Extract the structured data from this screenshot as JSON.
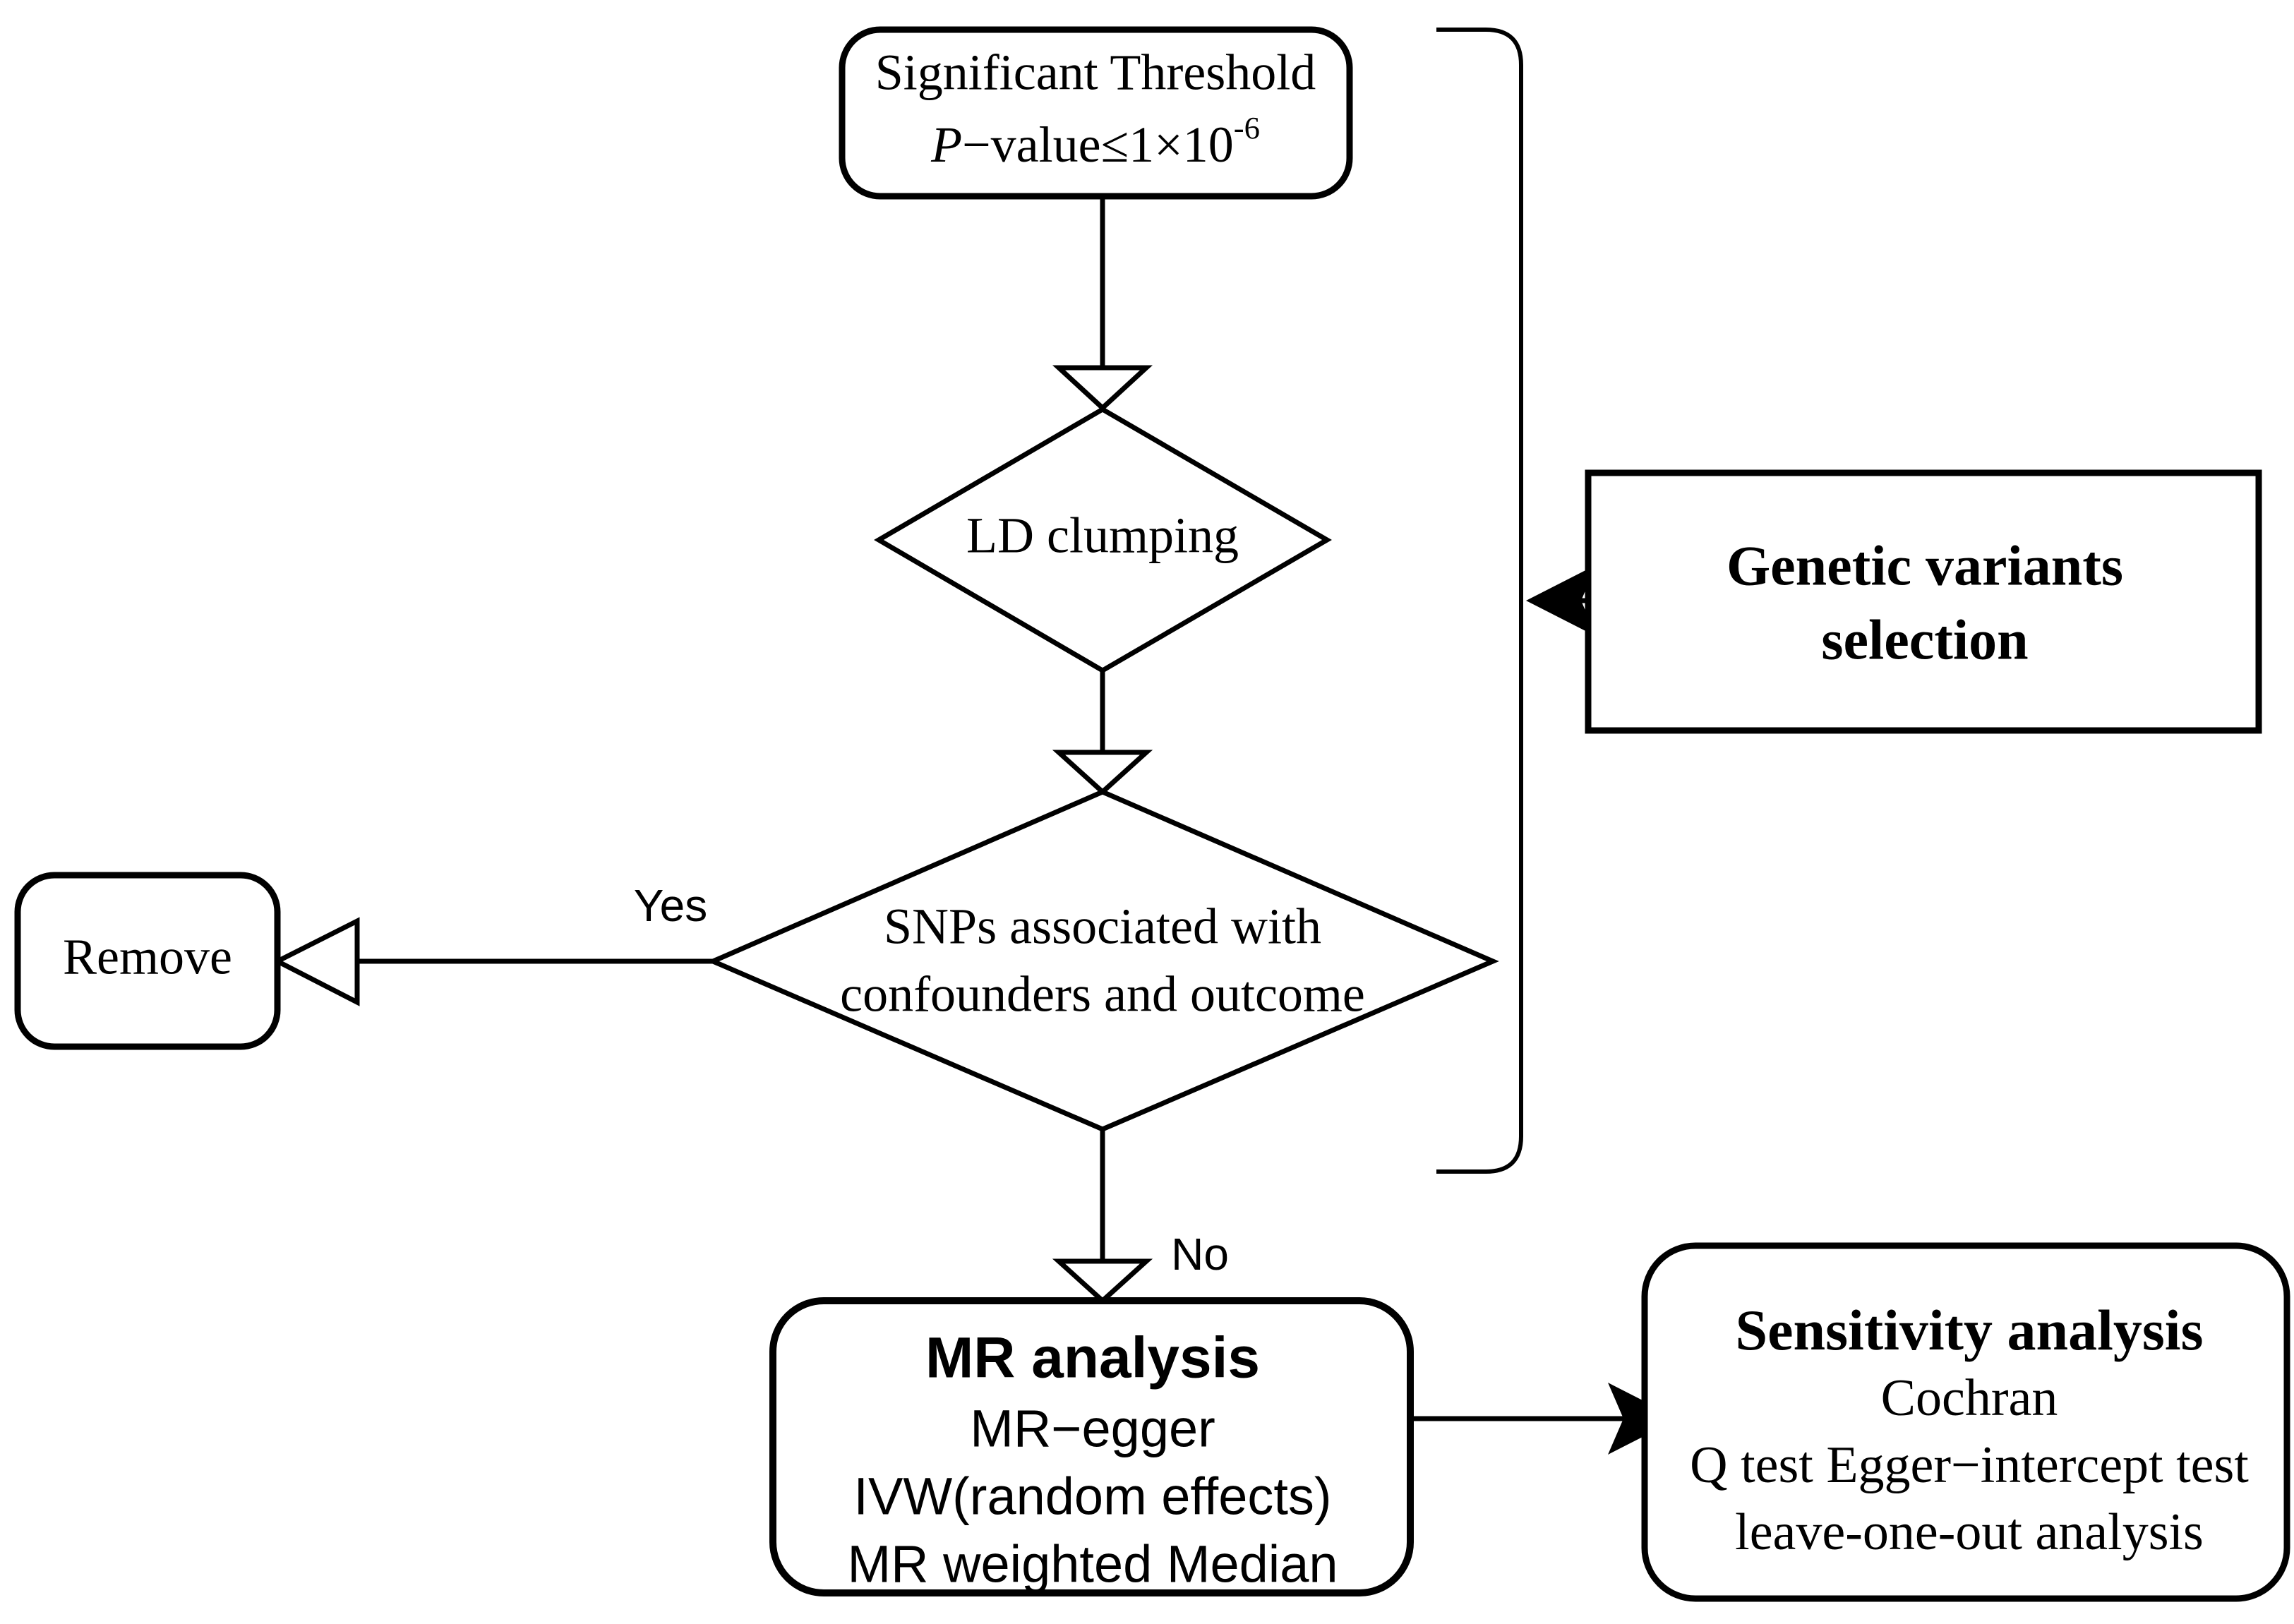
{
  "diagram": {
    "title": "Mendelian randomization study flowchart",
    "background_color": "#ffffff",
    "line_color": "#000000",
    "text_color": "#000000"
  },
  "nodes": {
    "significant_threshold": {
      "shape": "rounded-rectangle",
      "line1": "Significant Threshold",
      "line2_prefix": "P",
      "line2_body": "−value≤1×10",
      "line2_exponent": "-6"
    },
    "ld_clumping": {
      "shape": "diamond",
      "label": "LD clumping"
    },
    "snps_association": {
      "shape": "diamond",
      "line1": "SNPs associated with",
      "line2": "confounders and outcome"
    },
    "remove": {
      "shape": "rounded-rectangle",
      "label": "Remove"
    },
    "genetic_variants_selection": {
      "shape": "rectangle",
      "line1": "Genetic variants",
      "line2": "selection"
    },
    "mr_analysis": {
      "shape": "rounded-rectangle",
      "title": "MR analysis",
      "items": [
        "MR−egger",
        "IVW(random effects)",
        "MR weighted Median"
      ]
    },
    "sensitivity_analysis": {
      "shape": "rounded-rectangle",
      "title": "Sensitivity analysis",
      "items": [
        "Cochran",
        "Q test Egger−intercept test",
        "leave-one-out analysis"
      ]
    }
  },
  "edges": {
    "threshold_to_ld": {
      "label": "",
      "arrowhead": "hollow-triangle"
    },
    "ld_to_snps": {
      "label": "",
      "arrowhead": "hollow-triangle"
    },
    "snps_to_remove": {
      "label": "Yes",
      "arrowhead": "hollow-triangle"
    },
    "snps_to_mr": {
      "label": "No",
      "arrowhead": "hollow-triangle"
    },
    "genetic_to_bracket": {
      "label": "",
      "arrowhead": "solid-barbed"
    },
    "mr_to_sensitivity": {
      "label": "",
      "arrowhead": "solid-barbed"
    },
    "bracket": {
      "label": "",
      "arrowhead": "none"
    }
  }
}
